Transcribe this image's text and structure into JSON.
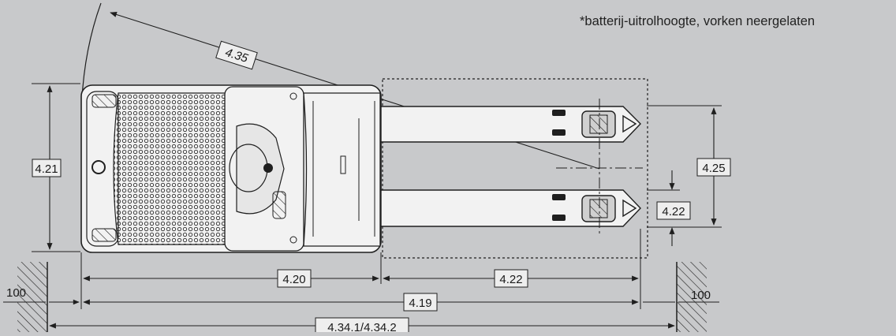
{
  "footnote": "*batterij-uitrolhoogte, vorken neergelaten",
  "top_note_partial": "",
  "labels": {
    "diag": "4.35",
    "width": "4.21",
    "fork_spread": "4.25",
    "fork_width": "4.22",
    "body_len": "4.20",
    "fork_len": "4.22",
    "total_len": "4.19",
    "aisle": "4.34.1/4.34.2",
    "clear_left": "100",
    "clear_right": "100"
  },
  "colors": {
    "background": "#c8c9cb",
    "line": "#1f1f1f",
    "truck_fill": "#f2f2f2"
  }
}
